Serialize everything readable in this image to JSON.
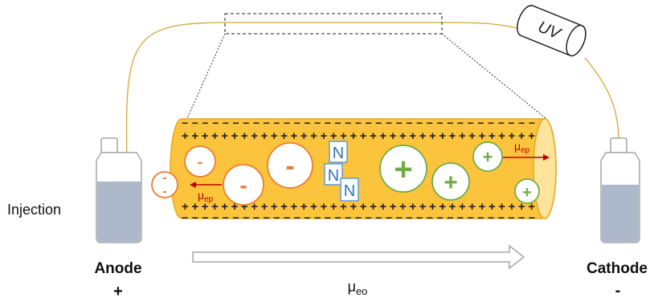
{
  "labels": {
    "injection": "Injection",
    "anode": "Anode",
    "anode_sign": "+",
    "cathode": "Cathode",
    "cathode_sign": "-",
    "uv": "UV",
    "mu": "μ",
    "ep_sub": "ep",
    "eo_sub": "eo"
  },
  "wall": {
    "top_outer": "− − − − − − − − − − − − − − − − − − − − − − − − − − − − − − − − − − −",
    "top_inner": "+ + + + + + + + + + + + + + + + + + + + + + + + + + + + + + + + + + + +",
    "bottom_inner": "+ + + + + + + + + + + + + + + + + + + + + + + + + + + + + + + + + + + +",
    "bottom_outer": "− − − − − − − − − − − − − − − − − − − − − − − − − − − − − − − − − − −"
  },
  "ions": {
    "anion_sign": "-",
    "cation_sign": "+",
    "neutral_sign": "N"
  },
  "colors": {
    "capillary_fill": "#fcc43c",
    "capillary_stroke": "#e8a920",
    "capillary_end": "#fde39b",
    "anion": "#ed7d31",
    "cation": "#70ad47",
    "neutral": "#5b9bd5",
    "arrow_red": "#c00000",
    "vial_liquid": "#adb9ca",
    "vial_stroke": "#a6a6a6",
    "wire": "#d4a535"
  }
}
